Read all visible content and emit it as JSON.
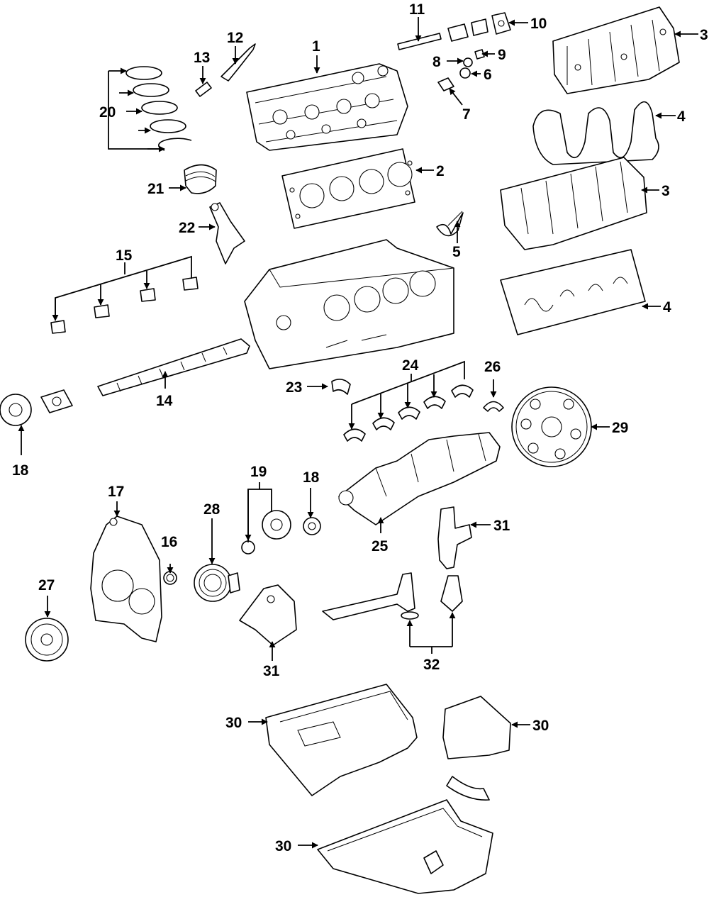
{
  "diagram": {
    "callouts": [
      {
        "id": "c1",
        "text": "1"
      },
      {
        "id": "c2",
        "text": "2"
      },
      {
        "id": "c3a",
        "text": "3"
      },
      {
        "id": "c3b",
        "text": "3"
      },
      {
        "id": "c4a",
        "text": "4"
      },
      {
        "id": "c4b",
        "text": "4"
      },
      {
        "id": "c5",
        "text": "5"
      },
      {
        "id": "c6",
        "text": "6"
      },
      {
        "id": "c7",
        "text": "7"
      },
      {
        "id": "c8",
        "text": "8"
      },
      {
        "id": "c9",
        "text": "9"
      },
      {
        "id": "c10",
        "text": "10"
      },
      {
        "id": "c11",
        "text": "11"
      },
      {
        "id": "c12",
        "text": "12"
      },
      {
        "id": "c13",
        "text": "13"
      },
      {
        "id": "c14",
        "text": "14"
      },
      {
        "id": "c15",
        "text": "15"
      },
      {
        "id": "c16",
        "text": "16"
      },
      {
        "id": "c17",
        "text": "17"
      },
      {
        "id": "c18a",
        "text": "18"
      },
      {
        "id": "c18b",
        "text": "18"
      },
      {
        "id": "c19",
        "text": "19"
      },
      {
        "id": "c20",
        "text": "20"
      },
      {
        "id": "c21",
        "text": "21"
      },
      {
        "id": "c22",
        "text": "22"
      },
      {
        "id": "c23",
        "text": "23"
      },
      {
        "id": "c24",
        "text": "24"
      },
      {
        "id": "c25",
        "text": "25"
      },
      {
        "id": "c26",
        "text": "26"
      },
      {
        "id": "c27",
        "text": "27"
      },
      {
        "id": "c28",
        "text": "28"
      },
      {
        "id": "c29",
        "text": "29"
      },
      {
        "id": "c30a",
        "text": "30"
      },
      {
        "id": "c30b",
        "text": "30"
      },
      {
        "id": "c30c",
        "text": "30"
      },
      {
        "id": "c31a",
        "text": "31"
      },
      {
        "id": "c31b",
        "text": "31"
      },
      {
        "id": "c32",
        "text": "32"
      }
    ]
  }
}
